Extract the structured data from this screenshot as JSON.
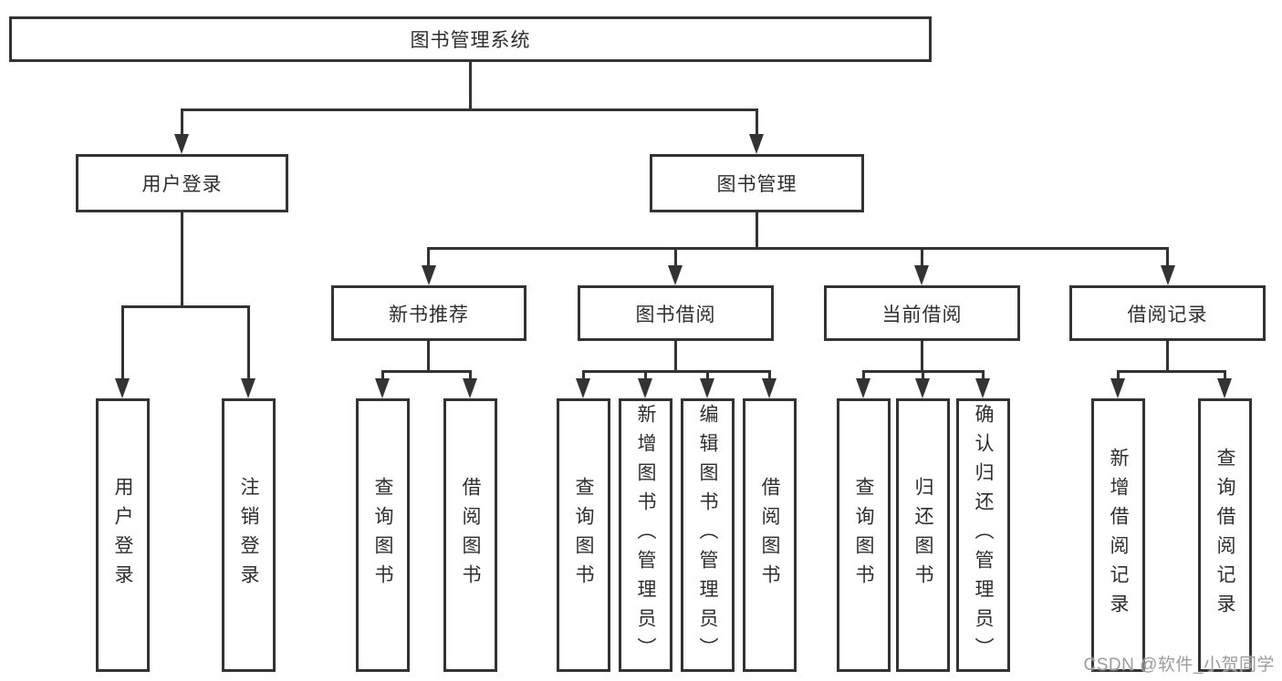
{
  "root": {
    "label": "图书管理系统"
  },
  "branches": [
    {
      "label": "用户登录",
      "leaves": [
        {
          "label": "用户登录"
        },
        {
          "label": "注销登录"
        }
      ]
    },
    {
      "label": "图书管理",
      "sections": [
        {
          "label": "新书推荐",
          "leaves": [
            {
              "label": "查询图书"
            },
            {
              "label": "借阅图书"
            }
          ]
        },
        {
          "label": "图书借阅",
          "leaves": [
            {
              "label": "查询图书"
            },
            {
              "label": "新增图书（管理员）"
            },
            {
              "label": "编辑图书（管理员）"
            },
            {
              "label": "借阅图书"
            }
          ]
        },
        {
          "label": "当前借阅",
          "leaves": [
            {
              "label": "查询图书"
            },
            {
              "label": "归还图书"
            },
            {
              "label": "确认归还（管理员）"
            }
          ]
        },
        {
          "label": "借阅记录",
          "leaves": [
            {
              "label": "新增借阅记录"
            },
            {
              "label": "查询借阅记录"
            }
          ]
        }
      ]
    }
  ],
  "watermark": {
    "text": "CSDN @软件_小贺同学"
  },
  "colors": {
    "line": "#333333",
    "text": "#2e2e2e",
    "background": "#ffffff",
    "watermark": "#9c9c9c"
  }
}
